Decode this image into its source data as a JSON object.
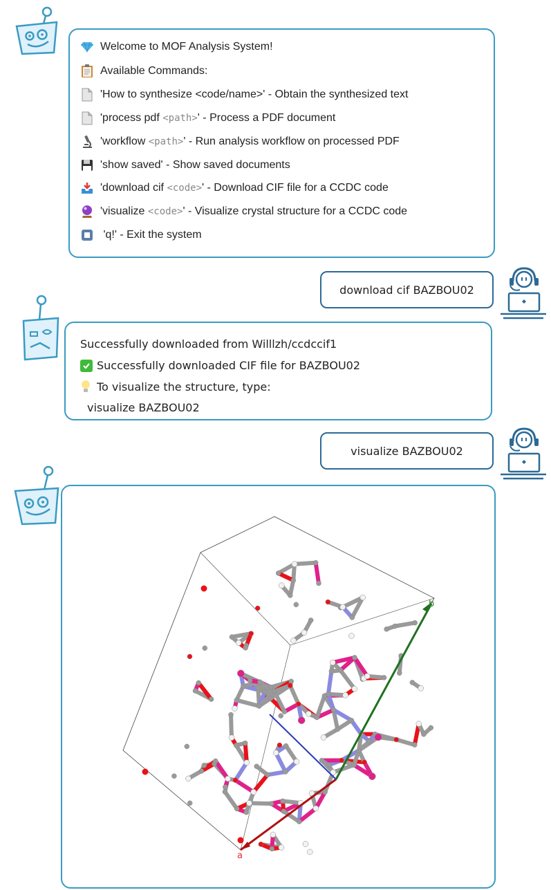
{
  "welcome": {
    "lines": [
      {
        "icon": "gem-icon",
        "text": "Welcome to MOF Analysis System!"
      },
      {
        "icon": "clipboard-icon",
        "text": "Available Commands:"
      },
      {
        "icon": "document-icon",
        "pre": "'How to synthesize <code/name>' - Obtain the synthesized text",
        "code": "",
        "post": ""
      },
      {
        "icon": "document-icon",
        "pre": "'process pdf ",
        "code": "<path>",
        "post": "' - Process a PDF document"
      },
      {
        "icon": "microscope-icon",
        "pre": "'workflow ",
        "code": "<path>",
        "post": "' - Run analysis workflow on processed PDF"
      },
      {
        "icon": "floppy-disk-icon",
        "pre": "'show saved' - Show saved documents",
        "code": "",
        "post": ""
      },
      {
        "icon": "inbox-tray-icon",
        "pre": "'download cif ",
        "code": "<code>",
        "post": "' - Download CIF file for a CCDC code"
      },
      {
        "icon": "crystal-ball-icon",
        "pre": "'visualize ",
        "code": "<code>",
        "post": "' - Visualize crystal structure for a CCDC code"
      },
      {
        "icon": "stop-button-icon",
        "pre": " 'q!' - Exit the system",
        "code": "",
        "post": ""
      }
    ]
  },
  "user1": {
    "text": "download cif BAZBOU02"
  },
  "response1": {
    "line1": "Successfully downloaded from Willlzh/ccdccif1",
    "line2": "Successfully downloaded CIF file for BAZBOU02",
    "line3": "To visualize the structure, type:",
    "line4": "visualize BAZBOU02",
    "icon2": "check-mark-icon",
    "icon3": "light-bulb-icon"
  },
  "user2": {
    "text": "visualize BAZBOU02"
  },
  "viewer": {
    "axis_a": "a",
    "axis_b": "b"
  },
  "colors": {
    "accent": "#3a9ac4",
    "user_border": "#2c6a96",
    "metal": "#e0218a",
    "oxygen": "#e8121a",
    "nitrogen": "#8a8ae0",
    "carbon": "#9a9a9a",
    "hydrogen": "#f2f2f2",
    "axis_a": "#b01010",
    "axis_b": "#207020"
  }
}
